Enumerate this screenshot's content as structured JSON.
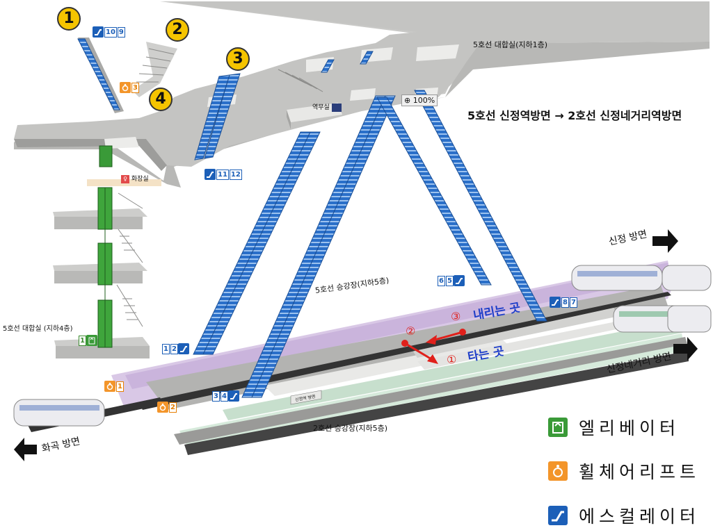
{
  "title": "5호선 신정역방면 → 2호선 신정네거리역방면",
  "zoom": "100%",
  "areas": {
    "line5_concourse_b1": "5호선 대합실(지하1층)",
    "line5_concourse_b4": "5호선 대합실 (지하4층)",
    "line5_platform": "5호선 승강장(지하5층)",
    "line2_platform": "2호선 승강장(지하5층)",
    "restroom": "화장실",
    "station_office": "역무실",
    "platform_sign": "신정역 방면"
  },
  "directions": {
    "sinjeong": "신정 방면",
    "sinjeongnegeori": "신정네거리 방면",
    "hwagok": "화곡 방면"
  },
  "route_markers": {
    "m1": "①",
    "m2": "②",
    "m3": "③",
    "board": "타는 곳",
    "alight": "내리는 곳"
  },
  "exits": [
    "1",
    "2",
    "3",
    "4"
  ],
  "badges": {
    "esc_10_9": [
      "10",
      "9"
    ],
    "whl_3": [
      "3"
    ],
    "esc_11_12": [
      "11",
      "12"
    ],
    "esc_6_5": [
      "6",
      "5"
    ],
    "esc_8_7": [
      "8",
      "7"
    ],
    "esc_1_2": [
      "1",
      "2"
    ],
    "esc_3_4": [
      "3",
      "4"
    ],
    "elv_1": [
      "1"
    ],
    "whl_1": [
      "1"
    ],
    "whl_2": [
      "2"
    ]
  },
  "legend": [
    {
      "icon": "elevator-icon",
      "label": "엘리베이터",
      "color": "#3a9a38"
    },
    {
      "icon": "wheelchair-lift-icon",
      "label": "휠체어리프트",
      "color": "#f3952a"
    },
    {
      "icon": "escalator-icon",
      "label": "에스컬레이터",
      "color": "#1c5fb8"
    }
  ],
  "colors": {
    "escalator": "#1c5fb8",
    "wheelchair_lift": "#f3952a",
    "elevator": "#3a9a38",
    "route": "#e0201b",
    "line5_platform": "#d9c8e6",
    "line2_platform": "#d6eadb",
    "exit_marker": "#f5c400"
  }
}
